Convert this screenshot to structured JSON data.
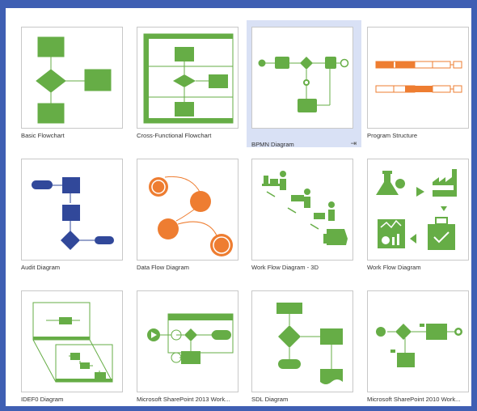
{
  "colors": {
    "border": "#3f5fb3",
    "green": "#66ad46",
    "orange": "#ee7d31",
    "blue": "#31489a",
    "selected_bg": "#d9e1f5"
  },
  "templates": [
    {
      "label": "Basic Flowchart",
      "icon": "basic-flowchart-thumbnail"
    },
    {
      "label": "Cross-Functional Flowchart",
      "icon": "cross-functional-flowchart-thumbnail"
    },
    {
      "label": "BPMN Diagram",
      "icon": "bpmn-diagram-thumbnail",
      "selected": true,
      "pin_icon": "pin-icon"
    },
    {
      "label": "Program Structure",
      "icon": "program-structure-thumbnail"
    },
    {
      "label": "Audit Diagram",
      "icon": "audit-diagram-thumbnail"
    },
    {
      "label": "Data Flow Diagram",
      "icon": "data-flow-diagram-thumbnail"
    },
    {
      "label": "Work Flow Diagram - 3D",
      "icon": "work-flow-3d-thumbnail"
    },
    {
      "label": "Work Flow Diagram",
      "icon": "work-flow-diagram-thumbnail"
    },
    {
      "label": "IDEF0 Diagram",
      "icon": "idef0-diagram-thumbnail"
    },
    {
      "label": "Microsoft SharePoint 2013 Work...",
      "icon": "sharepoint-2013-workflow-thumbnail"
    },
    {
      "label": "SDL Diagram",
      "icon": "sdl-diagram-thumbnail"
    },
    {
      "label": "Microsoft SharePoint 2010 Work...",
      "icon": "sharepoint-2010-workflow-thumbnail"
    }
  ],
  "pin_glyph": "⇥"
}
